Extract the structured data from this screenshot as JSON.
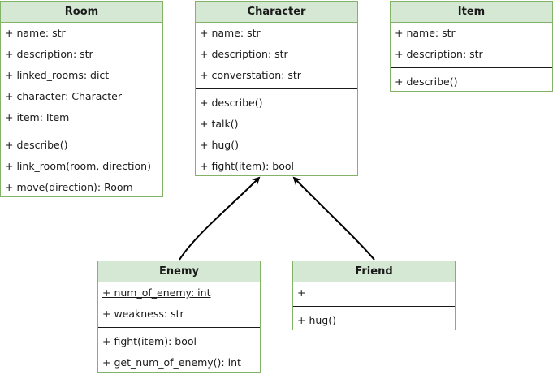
{
  "classes": {
    "room": {
      "name": "Room",
      "attributes": [
        "+ name: str",
        "+ description: str",
        "+ linked_rooms: dict",
        "+ character: Character",
        "+ item: Item"
      ],
      "methods": [
        "+ describe()",
        "+ link_room(room, direction)",
        "+ move(direction): Room"
      ]
    },
    "character": {
      "name": "Character",
      "attributes": [
        "+ name: str",
        "+ description: str",
        "+ converstation: str"
      ],
      "methods": [
        "+ describe()",
        "+ talk()",
        "+ hug()",
        "+ fight(item): bool"
      ]
    },
    "item": {
      "name": "Item",
      "attributes": [
        "+ name: str",
        "+ description: str"
      ],
      "methods": [
        "+ describe()"
      ]
    },
    "enemy": {
      "name": "Enemy",
      "attributes": [
        "+ num_of_enemy: int",
        "+ weakness: str"
      ],
      "methods": [
        "+ fight(item): bool",
        "+ get_num_of_enemy(): int"
      ]
    },
    "friend": {
      "name": "Friend",
      "attributes": [
        "+"
      ],
      "methods": [
        "+ hug()"
      ]
    }
  },
  "inheritance": [
    {
      "from": "Enemy",
      "to": "Character"
    },
    {
      "from": "Friend",
      "to": "Character"
    }
  ],
  "colors": {
    "header_fill": "#d5e8d4",
    "border": "#82b366",
    "text": "#1a1a1a",
    "arrow": "#000000"
  }
}
